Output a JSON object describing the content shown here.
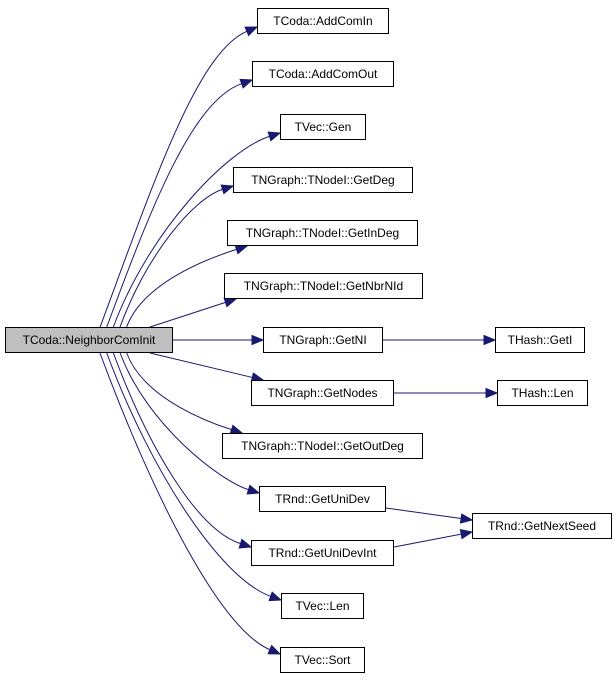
{
  "graph": {
    "root": "TCoda::NeighborComInit",
    "nodes": {
      "addcomin": "TCoda::AddComIn",
      "addcomout": "TCoda::AddComOut",
      "tvec_gen": "TVec::Gen",
      "getdeg": "TNGraph::TNodeI::GetDeg",
      "getindeg": "TNGraph::TNodeI::GetInDeg",
      "getnbrnid": "TNGraph::TNodeI::GetNbrNId",
      "getni": "TNGraph::GetNI",
      "getnodes": "TNGraph::GetNodes",
      "getoutdeg": "TNGraph::TNodeI::GetOutDeg",
      "getunidev": "TRnd::GetUniDev",
      "getunidevint": "TRnd::GetUniDevInt",
      "tvec_len": "TVec::Len",
      "tvec_sort": "TVec::Sort",
      "thash_geti": "THash::GetI",
      "thash_len": "THash::Len",
      "getnextseed": "TRnd::GetNextSeed"
    },
    "edges": [
      [
        "root",
        "addcomin"
      ],
      [
        "root",
        "addcomout"
      ],
      [
        "root",
        "tvec_gen"
      ],
      [
        "root",
        "getdeg"
      ],
      [
        "root",
        "getindeg"
      ],
      [
        "root",
        "getnbrnid"
      ],
      [
        "root",
        "getni"
      ],
      [
        "root",
        "getnodes"
      ],
      [
        "root",
        "getoutdeg"
      ],
      [
        "root",
        "getunidev"
      ],
      [
        "root",
        "getunidevint"
      ],
      [
        "root",
        "tvec_len"
      ],
      [
        "root",
        "tvec_sort"
      ],
      [
        "getni",
        "thash_geti"
      ],
      [
        "getnodes",
        "thash_len"
      ],
      [
        "getunidev",
        "getnextseed"
      ],
      [
        "getunidevint",
        "getnextseed"
      ]
    ],
    "colors": {
      "edge": "#191970",
      "root_fill": "#bfbfbf",
      "node_fill": "#ffffff"
    }
  }
}
